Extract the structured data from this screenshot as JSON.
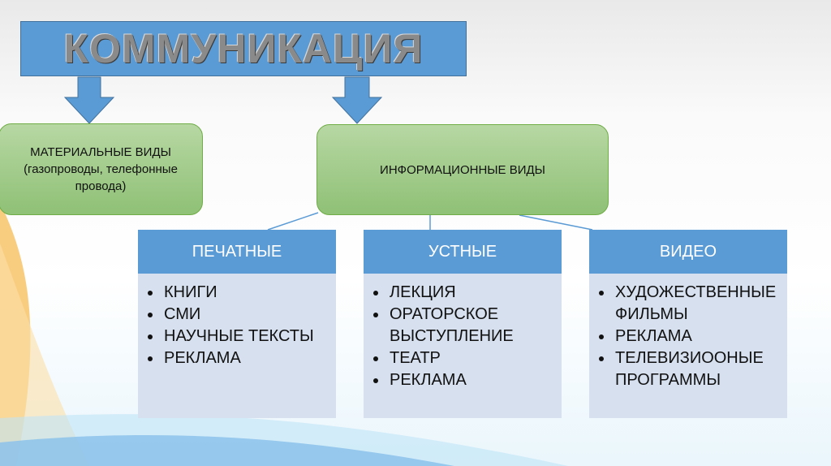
{
  "title": "КОММУНИКАЦИЯ",
  "material": {
    "line1": "МАТЕРИАЛЬНЫЕ ВИДЫ",
    "line2": "(газопроводы, телефонные провода)"
  },
  "informational": {
    "label": "ИНФОРМАЦИОННЫЕ ВИДЫ"
  },
  "columns": [
    {
      "title": "ПЕЧАТНЫЕ",
      "items": [
        "КНИГИ",
        "СМИ",
        "НАУЧНЫЕ ТЕКСТЫ",
        "РЕКЛАМА"
      ]
    },
    {
      "title": "УСТНЫЕ",
      "items": [
        "ЛЕКЦИЯ",
        "ОРАТОРСКОЕ ВЫСТУПЛЕНИЕ",
        "ТЕАТР",
        "РЕКЛАМА"
      ]
    },
    {
      "title": "ВИДЕО",
      "items": [
        "ХУДОЖЕСТВЕННЫЕ ФИЛЬМЫ",
        "РЕКЛАМА",
        "ТЕЛЕВИЗИООНЫЕ ПРОГРАММЫ"
      ]
    }
  ],
  "colors": {
    "header_blue": "#5b9bd5",
    "green": "#a9d18e",
    "body_blue": "#d6e0ef"
  }
}
